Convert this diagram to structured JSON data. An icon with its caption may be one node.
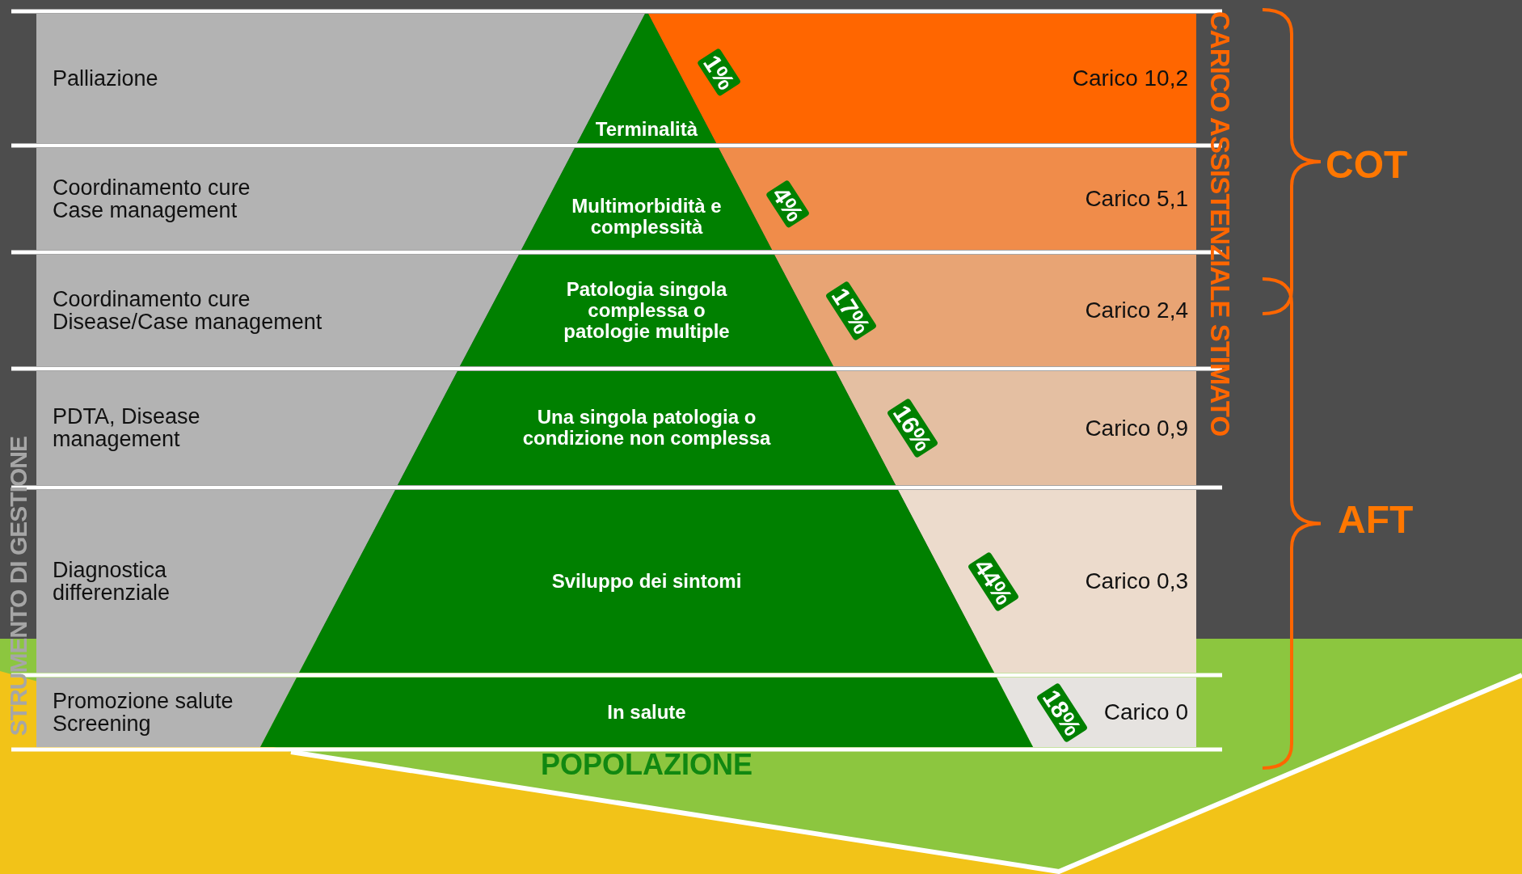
{
  "diagram": {
    "nodes": [
      {
        "text": [
          "Palliazione"
        ]
      },
      {
        "text": [
          "Terminalità"
        ],
        "beside": [
          "1%"
        ]
      },
      {
        "text": [
          "Carico 10,2"
        ]
      },
      {
        "text": [
          "Coordinamento cure Case management"
        ]
      },
      {
        "text": [
          "Multimorbidità e complessità"
        ],
        "beside": [
          "4%"
        ]
      },
      {
        "text": [
          "Carico 5,1"
        ]
      },
      {
        "text": [
          "Coordinamento cure Disease/Case management"
        ]
      },
      {
        "text": [
          "Patologia singola complessa o patologie multiple"
        ],
        "beside": [
          "17%"
        ]
      },
      {
        "text": [
          "Carico 2,4"
        ]
      },
      {
        "text": [
          "PDTA, Disease management"
        ]
      },
      {
        "text": [
          "Una singola patologia o condizione non complessa"
        ],
        "beside": [
          "16%"
        ]
      },
      {
        "text": [
          "Carico 0,9"
        ]
      },
      {
        "text": [
          "Diagnostica differenziale"
        ]
      },
      {
        "text": [
          "Sviluppo dei sintomi"
        ],
        "beside": [
          "44%"
        ]
      },
      {
        "text": [
          "Carico 0,3"
        ]
      },
      {
        "text": [
          "Promozione salute Screening"
        ]
      },
      {
        "text": [
          "In salute"
        ],
        "beside": [
          "18%"
        ]
      },
      {
        "text": [
          "Carico 0"
        ]
      }
    ],
    "labels": [
      "CARICO ASSISTENZIALE STIMATO",
      "COT",
      "AFT",
      "STRUMENTO DI GESTIONE",
      "POPOLAZIONE"
    ]
  }
}
